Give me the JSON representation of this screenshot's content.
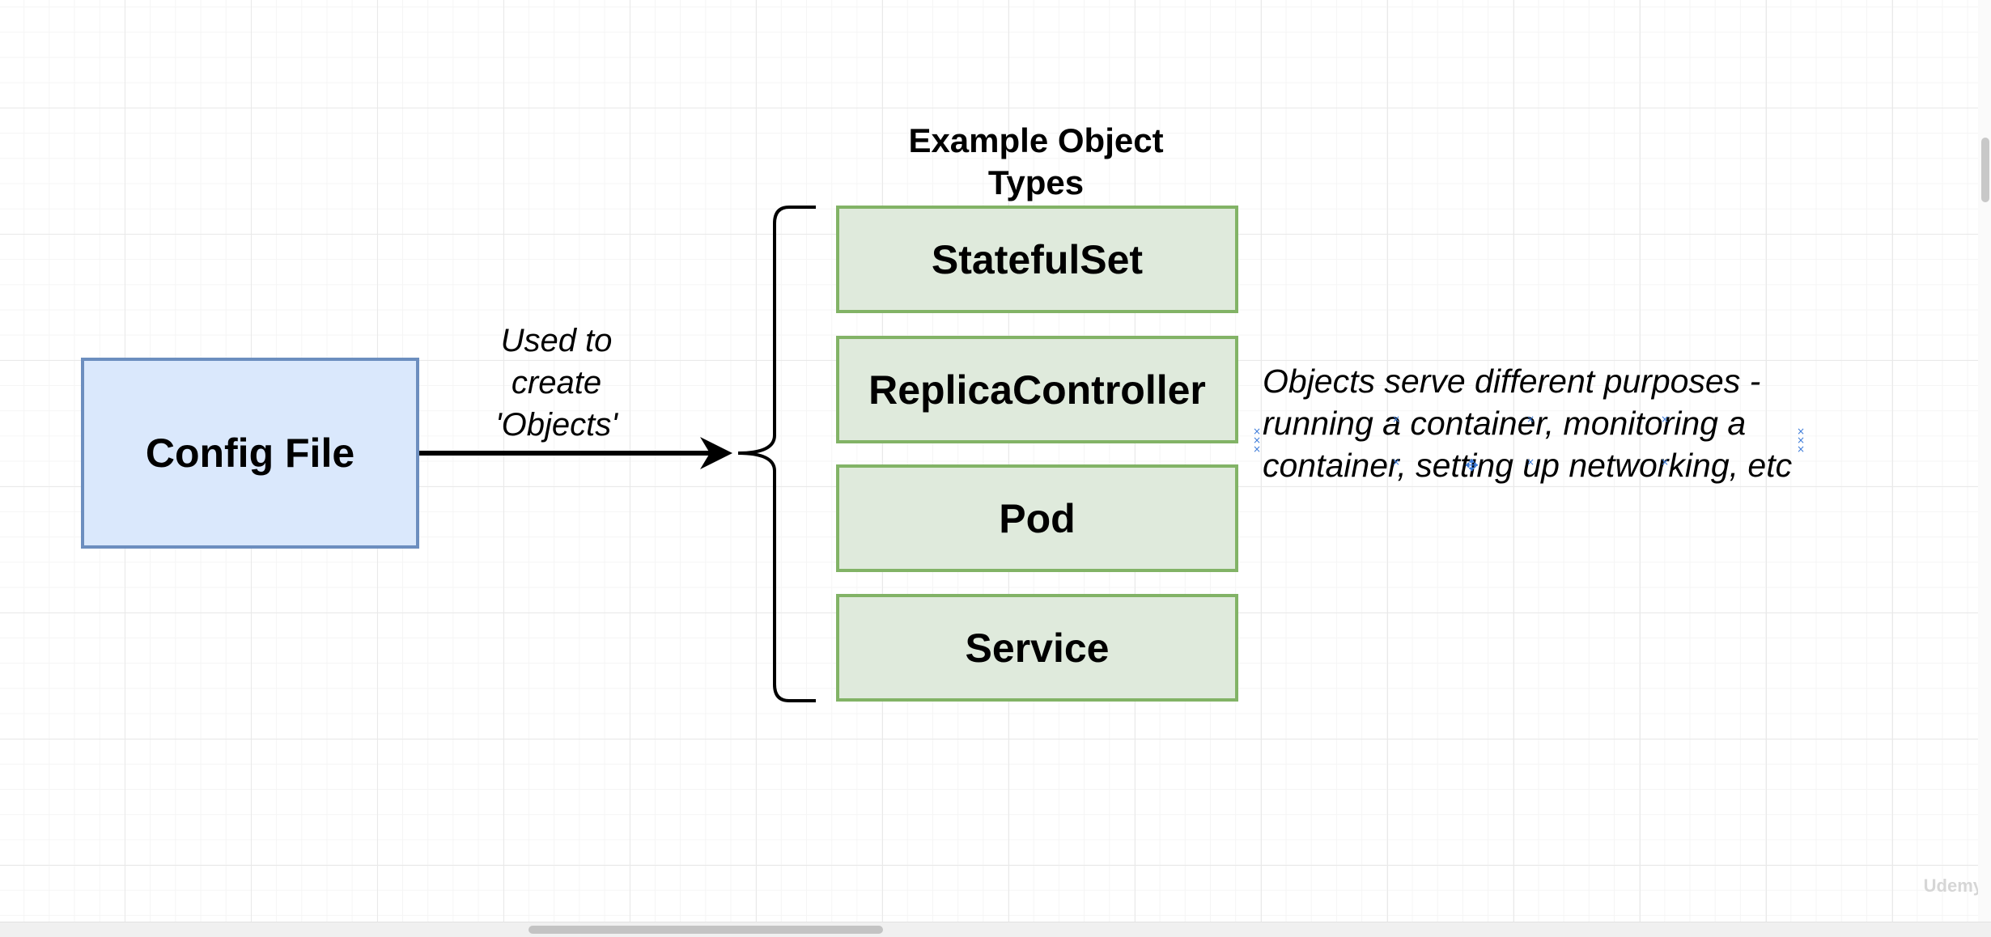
{
  "diagram": {
    "source_box": {
      "label": "Config File"
    },
    "edge_label": "Used to create 'Objects'",
    "group_heading": "Example Object Types",
    "object_types": [
      {
        "label": "StatefulSet"
      },
      {
        "label": "ReplicaController"
      },
      {
        "label": "Pod"
      },
      {
        "label": "Service"
      }
    ],
    "note": "Objects serve different purposes - running a container, monitoring a container, setting up networking, etc"
  },
  "watermark": "Udemy",
  "colors": {
    "source_fill": "#dae8fc",
    "source_stroke": "#6c8ebf",
    "object_fill": "#dfeadc",
    "object_stroke": "#82b366",
    "selection_handle": "#3b7ad8"
  }
}
